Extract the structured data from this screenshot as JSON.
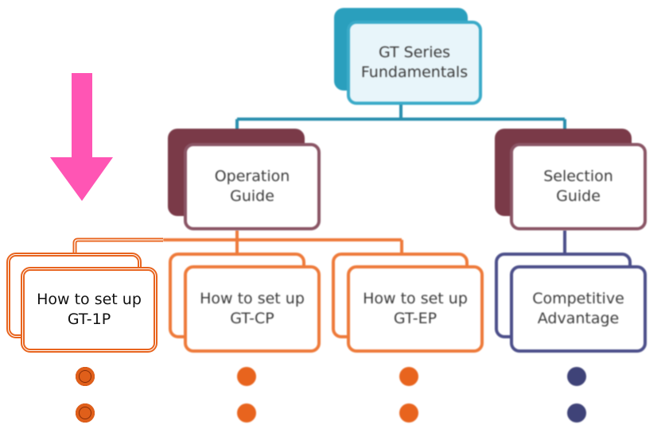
{
  "diagram": {
    "root": {
      "label_line1": "GT Series",
      "label_line2": "Fundamentals",
      "color": "#2a9fbd",
      "fill": "#e6f4f9"
    },
    "level1": [
      {
        "label_line1": "Operation",
        "label_line2": "Guide",
        "color": "#7a3a48"
      },
      {
        "label_line1": "Selection",
        "label_line2": "Guide",
        "color": "#7a3a48"
      }
    ],
    "level2": [
      {
        "label_line1": "How to set up",
        "label_line2": "GT-1P",
        "color": "#e8641e",
        "highlighted": true
      },
      {
        "label_line1": "How to set up",
        "label_line2": "GT-CP",
        "color": "#ee7a3a",
        "highlighted": false
      },
      {
        "label_line1": "How to set up",
        "label_line2": "GT-EP",
        "color": "#ee7a3a",
        "highlighted": false
      },
      {
        "label_line1": "Competitive",
        "label_line2": "Advantage",
        "color": "#4c4f8a",
        "highlighted": false
      }
    ],
    "bullet_colors": [
      "#e05f1a",
      "#e8641e",
      "#e8641e",
      "#3f4378"
    ],
    "arrow_color": "#ff55b4"
  }
}
